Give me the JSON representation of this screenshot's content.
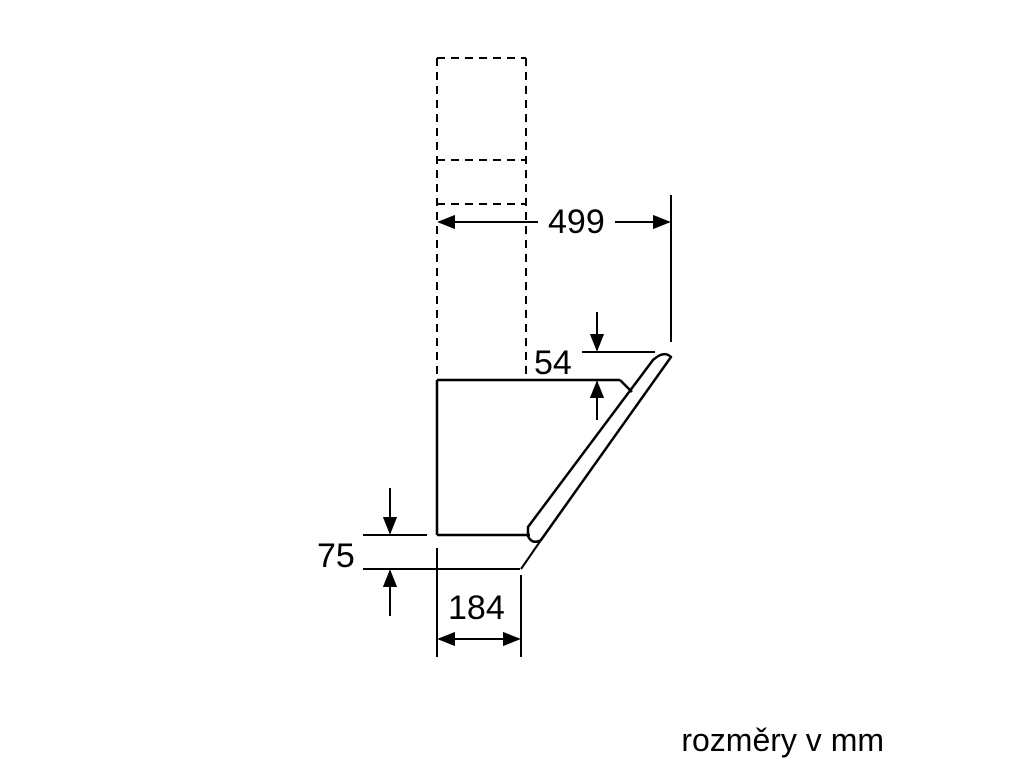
{
  "dimensions": {
    "depth_total": "499",
    "top_offset": "54",
    "bottom_height": "75",
    "bottom_depth": "184"
  },
  "note": "rozměry v mm",
  "colors": {
    "line": "#000000",
    "background": "#ffffff"
  }
}
